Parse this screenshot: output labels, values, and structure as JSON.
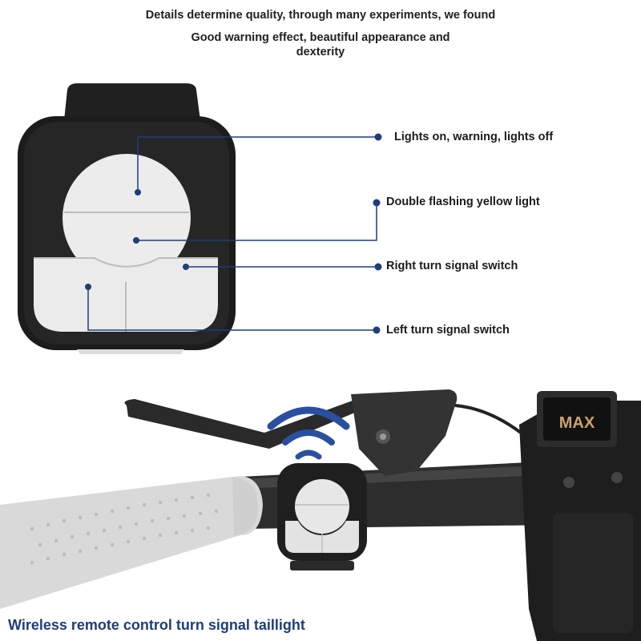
{
  "header": {
    "line1": "Details determine quality, through many experiments, we found",
    "line2a": "Good warning effect, beautiful appearance and",
    "line2b": "dexterity"
  },
  "callouts": {
    "lights": "Lights on, warning, lights off",
    "double_flash": "Double flashing yellow light",
    "right_turn": "Right turn signal switch",
    "left_turn": "Left turn signal switch"
  },
  "display": {
    "text": "MAX"
  },
  "caption": "Wireless remote control turn signal taillight",
  "colors": {
    "accent": "#1f3d7a",
    "signal_wave": "#2b4fa0",
    "device_body": "#1c1c1c",
    "button": "#ececec",
    "grip": "#d9d9d9"
  }
}
